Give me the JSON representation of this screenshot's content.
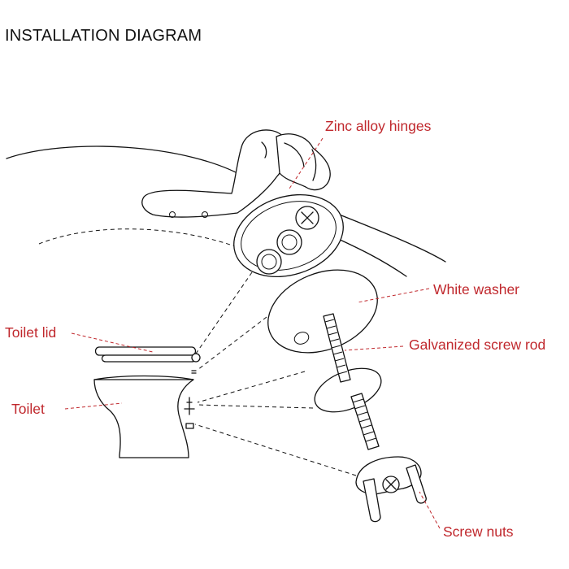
{
  "title": "INSTALLATION DIAGRAM",
  "labels": {
    "hinges": "Zinc alloy hinges",
    "washer": "White washer",
    "rod": "Galvanized screw rod",
    "lid": "Toilet lid",
    "toilet": "Toilet",
    "nuts": "Screw nuts"
  },
  "colors": {
    "label": "#c0282d",
    "leader": "#c0282d",
    "line": "#111111"
  }
}
